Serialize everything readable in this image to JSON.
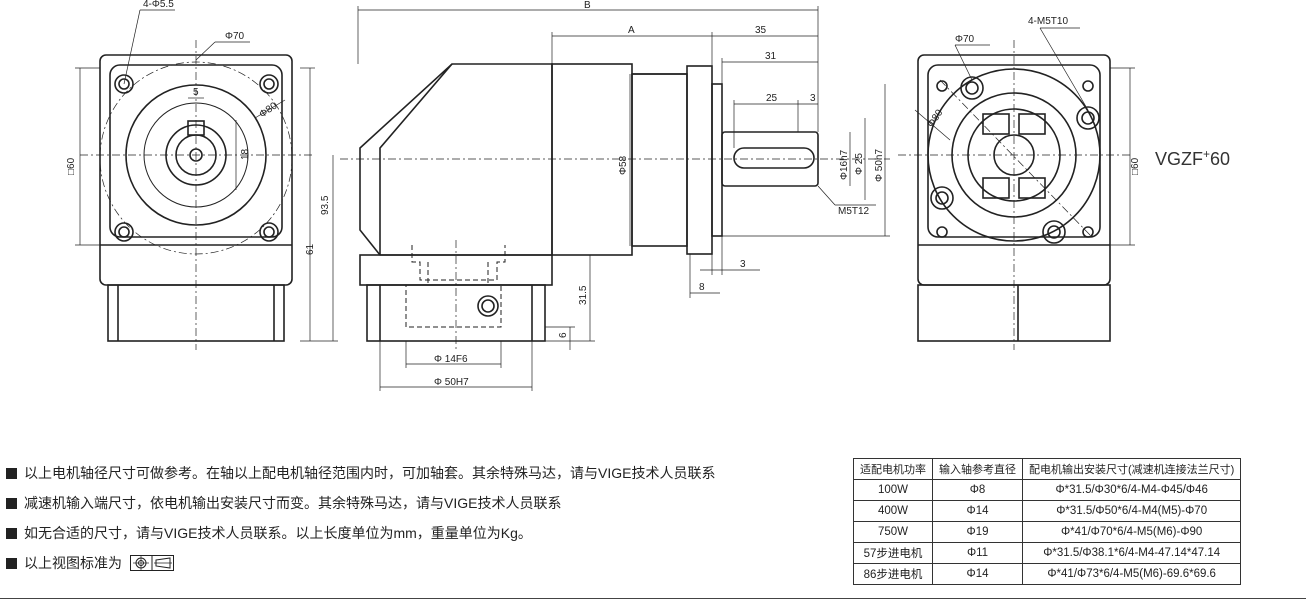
{
  "drawing": {
    "model_label_main": "VGZF",
    "model_label_sup": "+",
    "model_label_num": "60",
    "dims": {
      "holes_left": "4-Φ5.5",
      "phi70_left": "Φ70",
      "phi80_left": "Φ80",
      "key5": "5",
      "key18": "18",
      "sq60_left": "□60",
      "d93_5": "93.5",
      "d61": "61",
      "B": "B",
      "A": "A",
      "d35": "35",
      "d31": "31",
      "d25": "25",
      "d3_top": "3",
      "phi58": "Φ58",
      "phi16": "Φ16h7",
      "phi25": "Φ 25",
      "phi50_out": "Φ 50h7",
      "m5t12": "M5T12",
      "d3_bot": "3",
      "d8": "8",
      "d31_5": "31.5",
      "d6": "6",
      "phi14f6": "Φ 14F6",
      "phi50h7": "Φ 50H7",
      "m5t10": "4-M5T10",
      "phi70_right": "Φ70",
      "phi80_right": "Φ80",
      "sq60_right": "□60"
    }
  },
  "notes": [
    "以上电机轴径尺寸可做参考。在轴以上配电机轴径范围内时，可加轴套。其余特殊马达，请与VIGE技术人员联系",
    "减速机输入端尺寸，依电机输出安装尺寸而变。其余特殊马达，请与VIGE技术人员联系",
    "如无合适的尺寸，请与VIGE技术人员联系。以上长度单位为mm，重量单位为Kg。",
    "以上视图标准为"
  ],
  "table": {
    "headers": [
      "适配电机功率",
      "输入轴参考直径",
      "配电机输出安装尺寸(减速机连接法兰尺寸)"
    ],
    "rows": [
      [
        "100W",
        "Φ8",
        "Φ*31.5/Φ30*6/4-M4-Φ45/Φ46"
      ],
      [
        "400W",
        "Φ14",
        "Φ*31.5/Φ50*6/4-M4(M5)-Φ70"
      ],
      [
        "750W",
        "Φ19",
        "Φ*41/Φ70*6/4-M5(M6)-Φ90"
      ],
      [
        "57步进电机",
        "Φ11",
        "Φ*31.5/Φ38.1*6/4-M4-47.14*47.14"
      ],
      [
        "86步进电机",
        "Φ14",
        "Φ*41/Φ73*6/4-M5(M6)-69.6*69.6"
      ]
    ]
  }
}
